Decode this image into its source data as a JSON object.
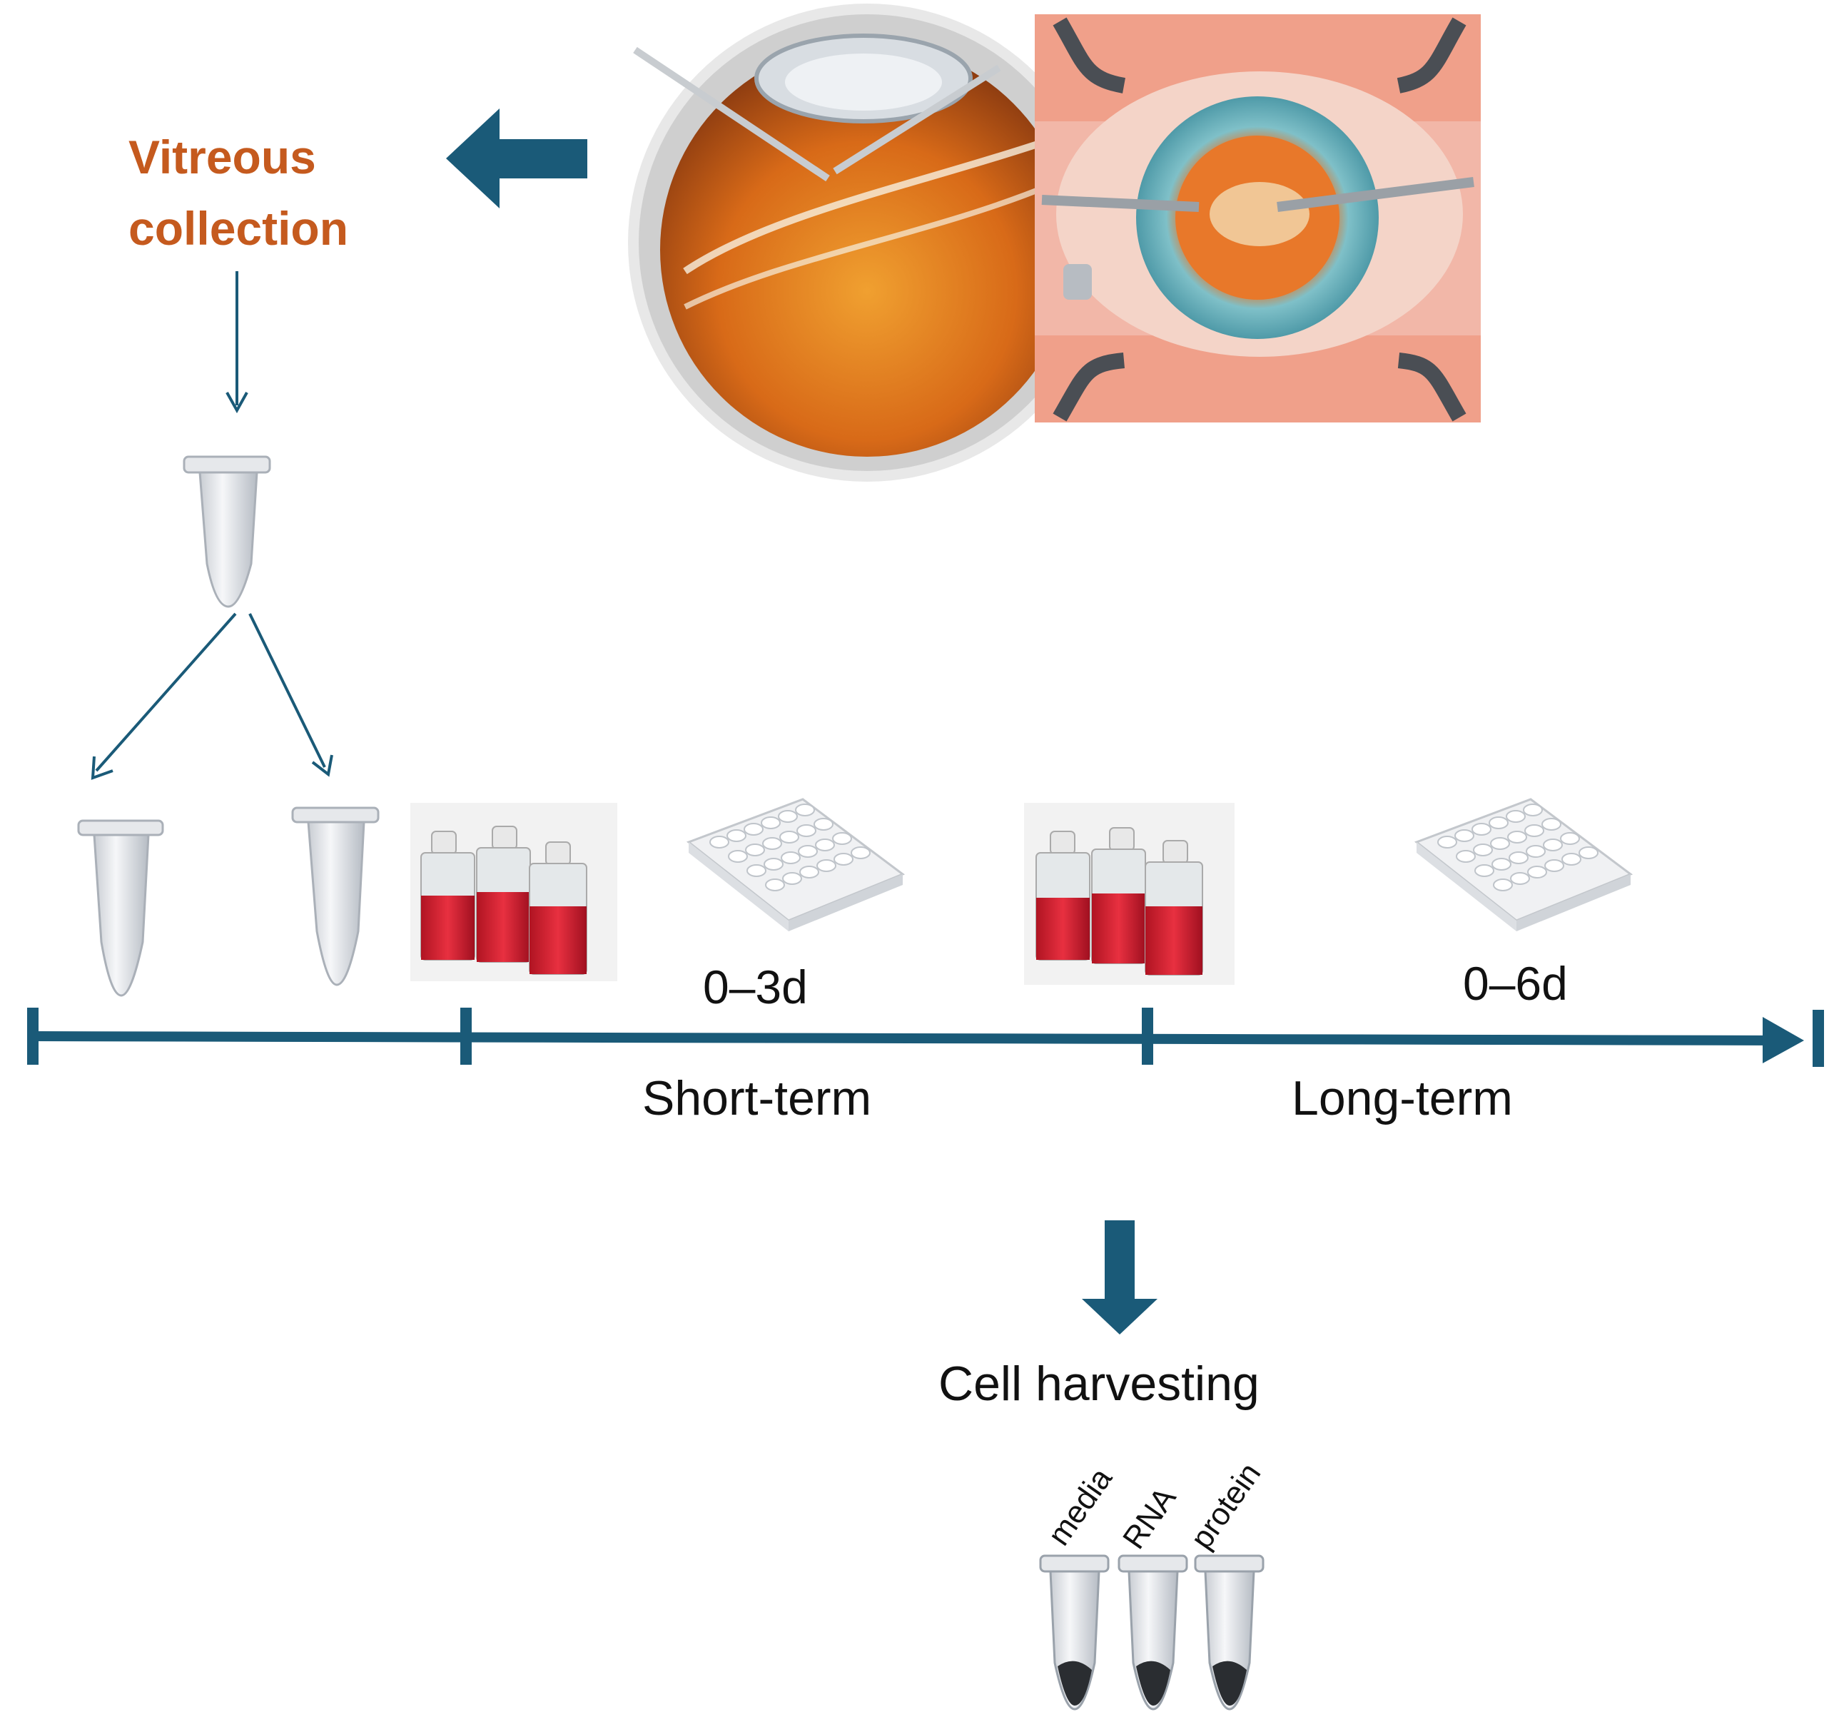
{
  "step_collection": {
    "line1": "Vitreous",
    "line2": "collection"
  },
  "timeline": {
    "short_term_days": "0–3d",
    "long_term_days": "0–6d",
    "short_term_label": "Short-term",
    "long_term_label": "Long-term"
  },
  "harvest": {
    "label": "Cell harvesting",
    "tubes": [
      "media",
      "RNA",
      "protein"
    ]
  },
  "colors": {
    "arrow_blue": "#1a5a78",
    "collection_orange": "#c55a1e",
    "culture_red": "#d82030"
  }
}
